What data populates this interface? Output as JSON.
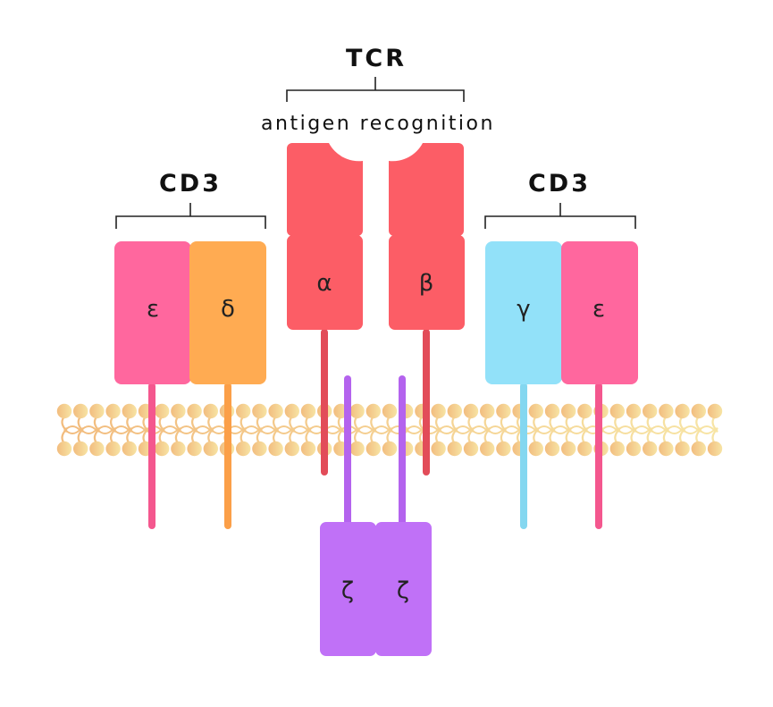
{
  "tcr": {
    "title": "TCR",
    "subtitle": "antigen recognition"
  },
  "cd3_left": {
    "title": "CD3",
    "chain1": "ε",
    "chain2": "δ"
  },
  "cd3_right": {
    "title": "CD3",
    "chain1": "γ",
    "chain2": "ε"
  },
  "tcr_chains": {
    "alpha": "α",
    "beta": "β"
  },
  "zeta": {
    "chain1": "ζ",
    "chain2": "ζ"
  },
  "colors": {
    "tcr": "#fc5d66",
    "tcr_stem": "#e24c59",
    "epsilon": "#ff679e",
    "epsilon_stem": "#f4578e",
    "delta": "#ffab52",
    "delta_stem": "#fb9f48",
    "gamma": "#92e1f9",
    "gamma_stem": "#84d7f0",
    "zeta": "#c071f7",
    "zeta_stem": "#b463ee",
    "membrane_left": "#f2bc7e",
    "membrane_right": "#f7e4a4"
  }
}
